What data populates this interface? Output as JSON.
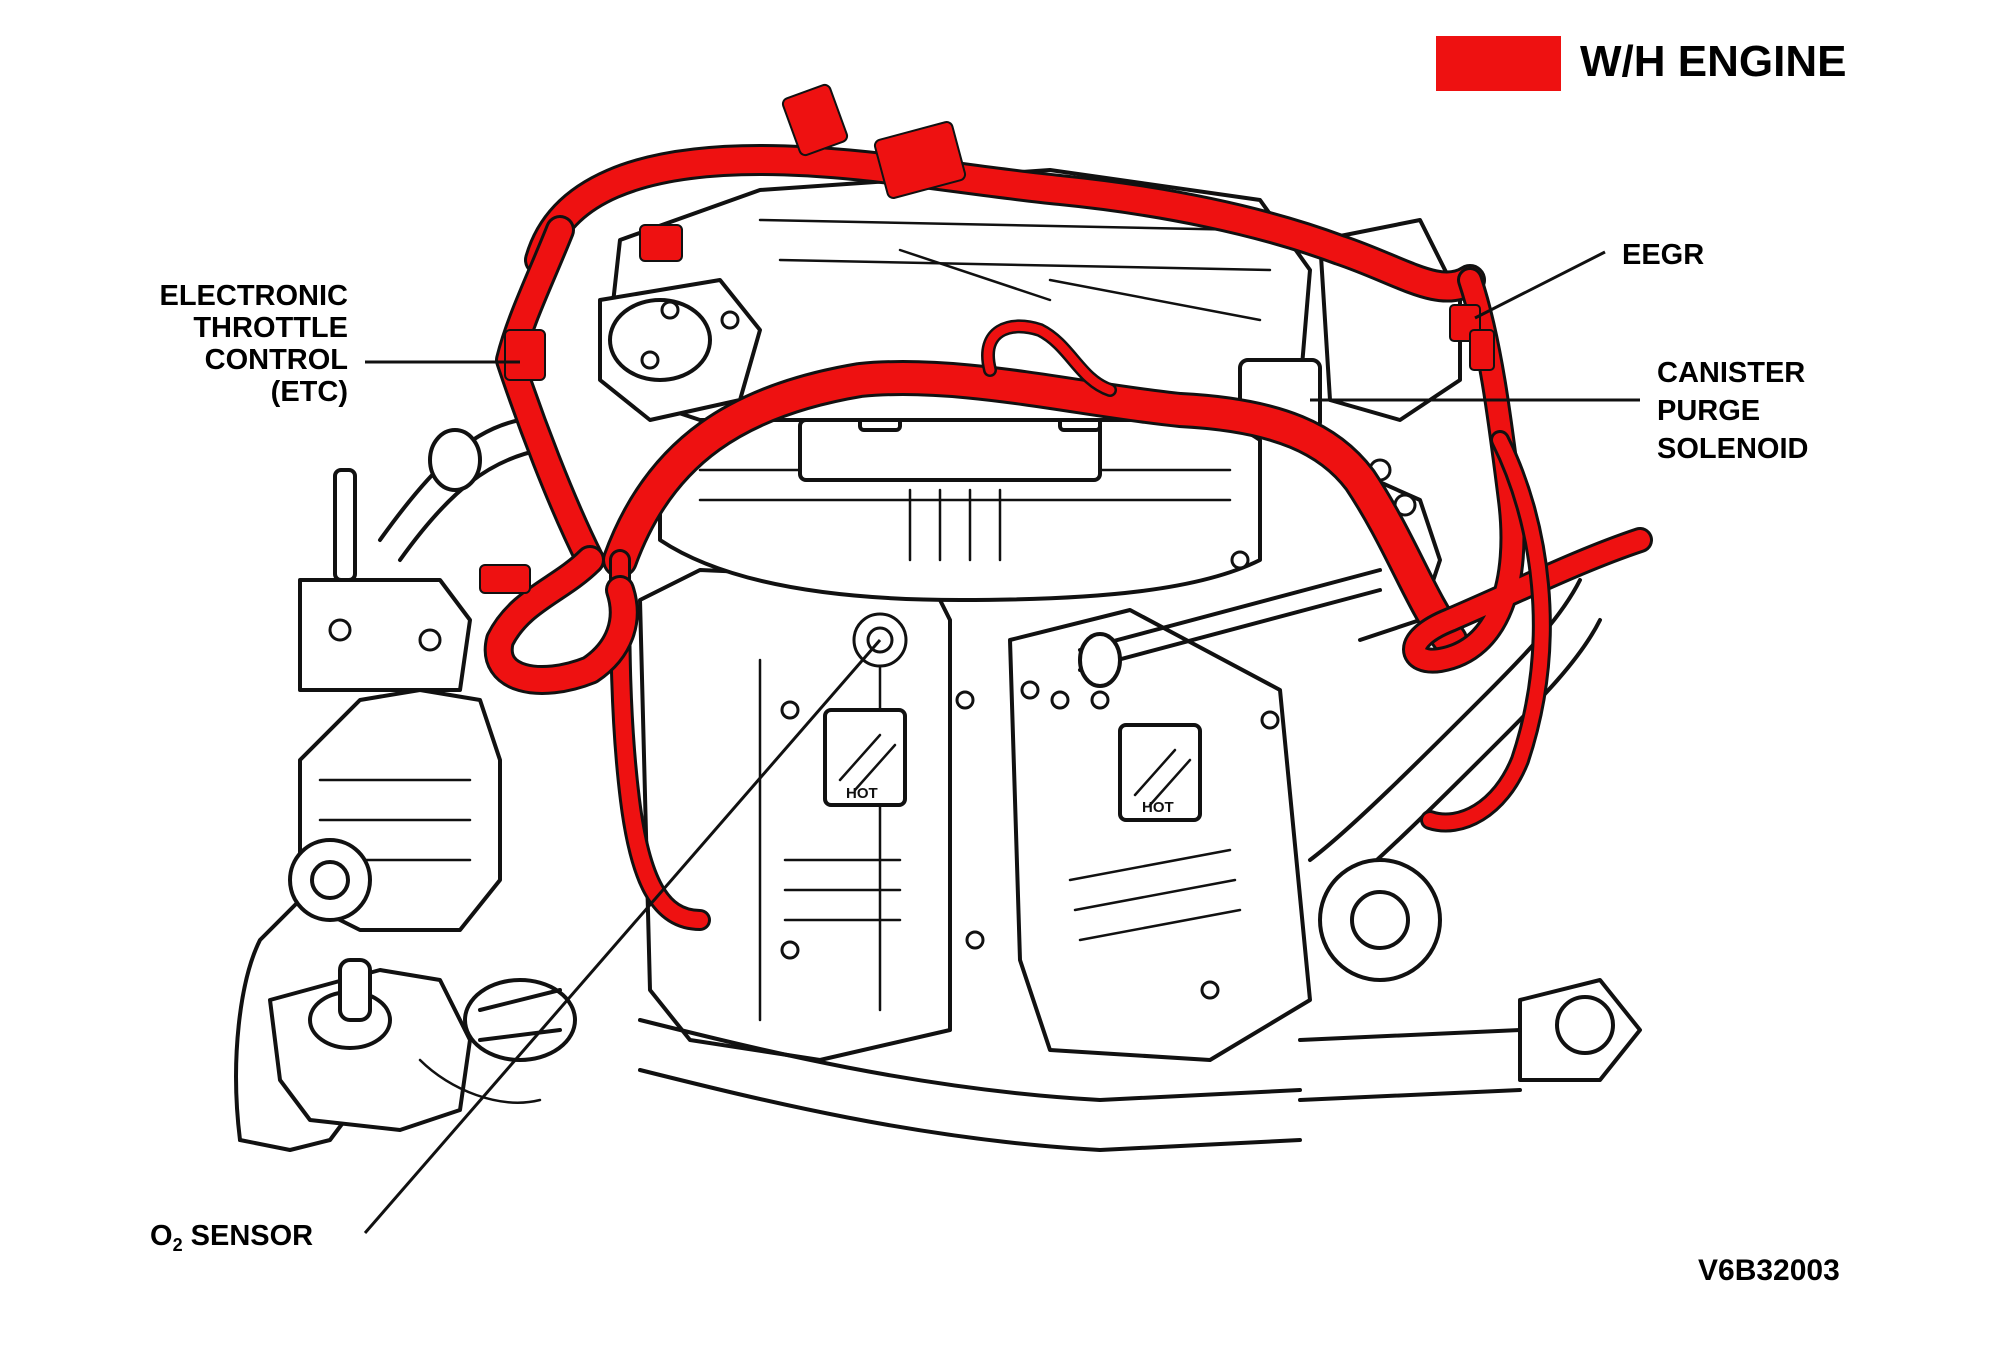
{
  "legend": {
    "label": "W/H ENGINE",
    "swatch_color": "#ee1111"
  },
  "callouts": {
    "etc": [
      "ELECTRONIC",
      "THROTTLE",
      "CONTROL",
      "(ETC)"
    ],
    "eegr": "EEGR",
    "canister": [
      "CANISTER",
      "PURGE",
      "SOLENOID"
    ],
    "o2": {
      "prefix": "O",
      "subscript": "2",
      "suffix": " SENSOR"
    }
  },
  "figure_code": "V6B32003",
  "heat_shield_badge": "HOT",
  "colors": {
    "harness": "#ee1111",
    "line_art": "#111111",
    "background": "#ffffff"
  }
}
